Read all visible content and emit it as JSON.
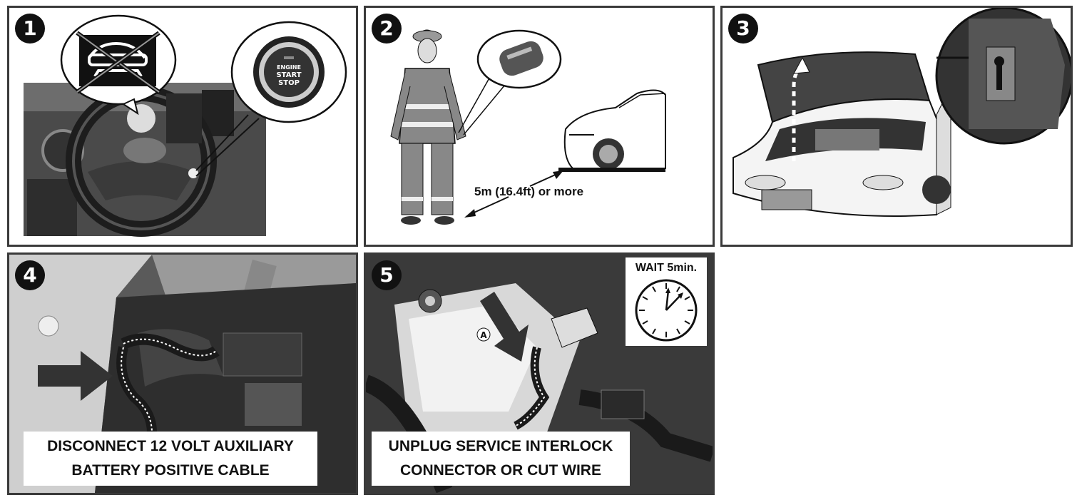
{
  "steps": [
    {
      "number": "1",
      "button_text": [
        "ENGINE",
        "START",
        "STOP"
      ]
    },
    {
      "number": "2",
      "distance_label": "5m (16.4ft) or more"
    },
    {
      "number": "3"
    },
    {
      "number": "4",
      "caption_line1": "DISCONNECT 12 VOLT AUXILIARY",
      "caption_line2": "BATTERY POSITIVE CABLE"
    },
    {
      "number": "5",
      "caption_line1": "UNPLUG SERVICE INTERLOCK",
      "caption_line2": "CONNECTOR OR CUT WIRE",
      "wait_label": "WAIT 5min.",
      "point_label": "A"
    }
  ],
  "icons": [
    "no-ready-indicator-icon",
    "engine-start-stop-button-icon",
    "firefighter-figure",
    "smart-key-icon",
    "car-icon",
    "clock-icon",
    "arrow-icon"
  ],
  "colors": {
    "border": "#3a3a3a",
    "badge": "#111111",
    "photo_dark": "#2b2b2b",
    "photo_mid": "#7a7a7a"
  }
}
